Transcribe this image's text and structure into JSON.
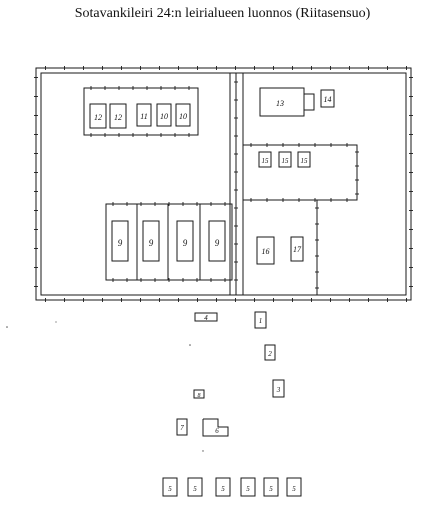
{
  "title": "Sotavankileiri 24:n leirialueen luonnos (Riitasensuo)",
  "ink_color": "#1a1a1a",
  "buildings": {
    "b12": "12",
    "b12b": "12",
    "b11": "11",
    "b10": "10",
    "b13": "13",
    "b14": "14",
    "b15a": "15",
    "b15b": "15",
    "b15c": "15",
    "b9a": "9",
    "b9b": "9",
    "b9c": "9",
    "b9d": "9",
    "b16": "16",
    "b17": "17",
    "b4": "4",
    "b1": "1",
    "b2": "2",
    "b8": "8",
    "b3": "3",
    "b7": "7",
    "b6": "6",
    "b5a": "5",
    "b5b": "5",
    "b5c": "5",
    "b5d": "5",
    "b5e": "5",
    "b5f": "5"
  }
}
